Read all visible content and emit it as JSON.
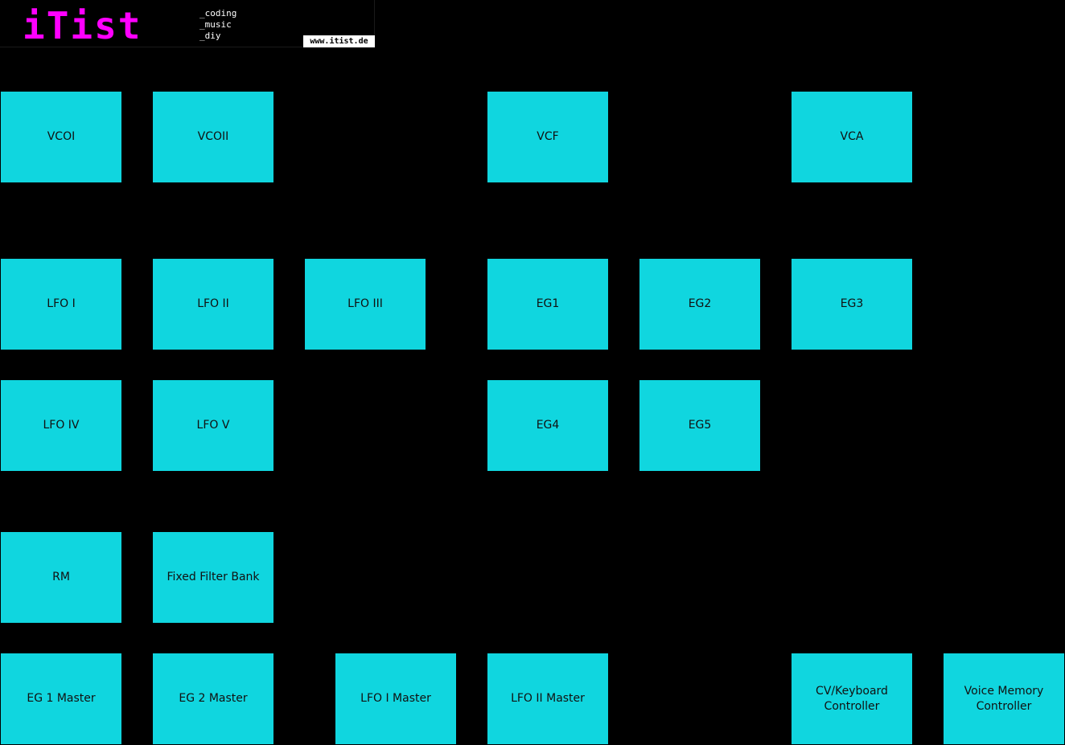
{
  "logo": {
    "name": "iTist",
    "taglines": [
      "_coding",
      "_music",
      "_diy"
    ],
    "url": "www.itist.de",
    "brand_color": "#ff00ff"
  },
  "block_color": "#10d6df",
  "blocks": {
    "vco1": "VCOI",
    "vco2": "VCOII",
    "vcf": "VCF",
    "vca": "VCA",
    "lfo1": "LFO I",
    "lfo2": "LFO II",
    "lfo3": "LFO III",
    "eg1": "EG1",
    "eg2": "EG2",
    "eg3": "EG3",
    "lfo4": "LFO IV",
    "lfo5": "LFO V",
    "eg4": "EG4",
    "eg5": "EG5",
    "rm": "RM",
    "fixed_filter_bank": "Fixed Filter Bank",
    "eg1_master": "EG 1 Master",
    "eg2_master": "EG 2 Master",
    "lfo1_master": "LFO I Master",
    "lfo2_master": "LFO II Master",
    "cv_keyboard_controller": "CV/Keyboard\nController",
    "voice_memory_controller": "Voice Memory\nController"
  }
}
